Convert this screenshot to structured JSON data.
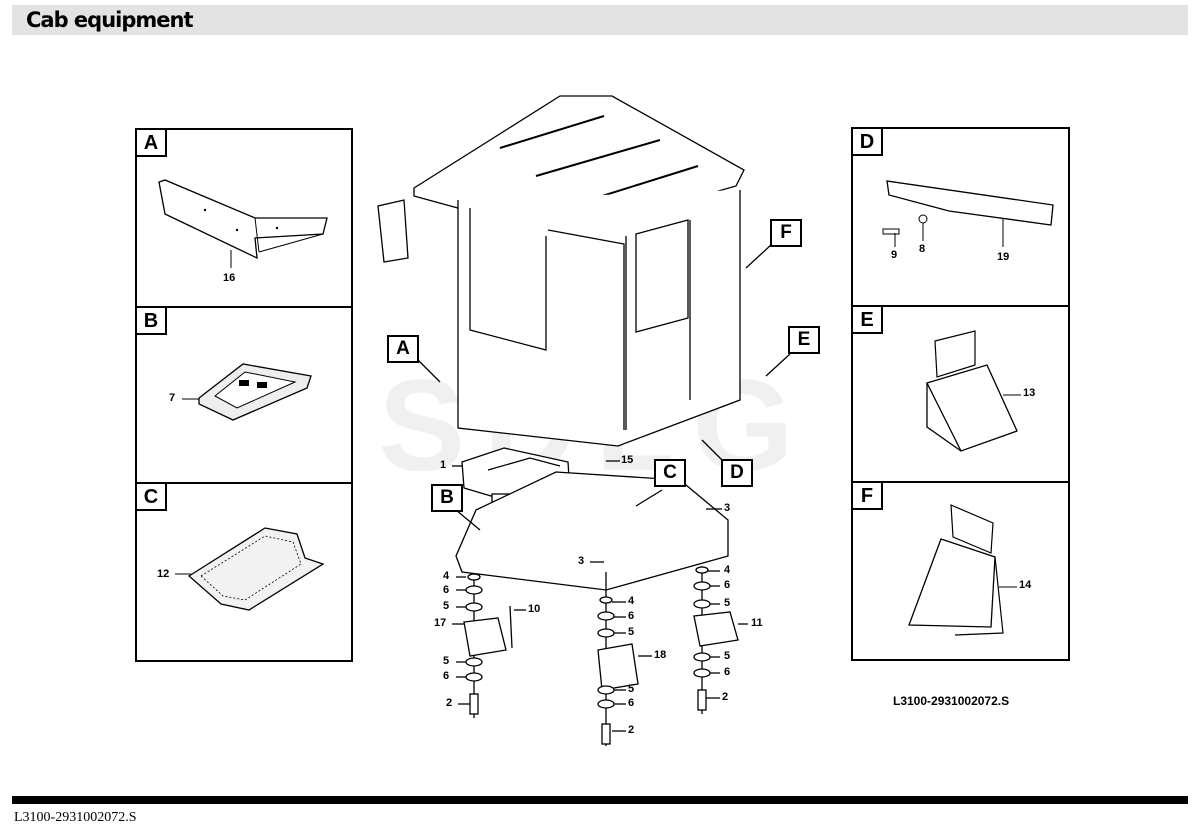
{
  "header": {
    "title": "Cab equipment"
  },
  "footer": {
    "code": "L3100-2931002072.S"
  },
  "drawing": {
    "code": "L3100-2931002072.S"
  },
  "watermark": {
    "text": "SDLG"
  },
  "panels": {
    "A": {
      "tag": "A",
      "parts": [
        "16"
      ]
    },
    "B": {
      "tag": "B",
      "parts": [
        "7"
      ]
    },
    "C": {
      "tag": "C",
      "parts": [
        "12"
      ]
    },
    "D": {
      "tag": "D",
      "parts": [
        "9",
        "8",
        "19"
      ]
    },
    "E": {
      "tag": "E",
      "parts": [
        "13"
      ]
    },
    "F": {
      "tag": "F",
      "parts": [
        "14"
      ]
    }
  },
  "callouts": [
    "A",
    "B",
    "C",
    "D",
    "E",
    "F"
  ],
  "part_numbers": {
    "p1": "1",
    "p15": "15",
    "p3a": "3",
    "p3b": "3",
    "p4a": "4",
    "p6a": "6",
    "p5a": "5",
    "p10": "10",
    "p17": "17",
    "p5b": "5",
    "p6b": "6",
    "p2a": "2",
    "p4b": "4",
    "p6c": "6",
    "p5c": "5",
    "p18": "18",
    "p5d": "5",
    "p6d": "6",
    "p2b": "2",
    "p4c": "4",
    "p6e": "6",
    "p5e": "5",
    "p11": "11",
    "p5f": "5",
    "p6f": "6",
    "p2c": "2"
  },
  "colors": {
    "watermark": "#9a9a9a",
    "title_bar": "#e3e3e3",
    "line": "#000000"
  }
}
